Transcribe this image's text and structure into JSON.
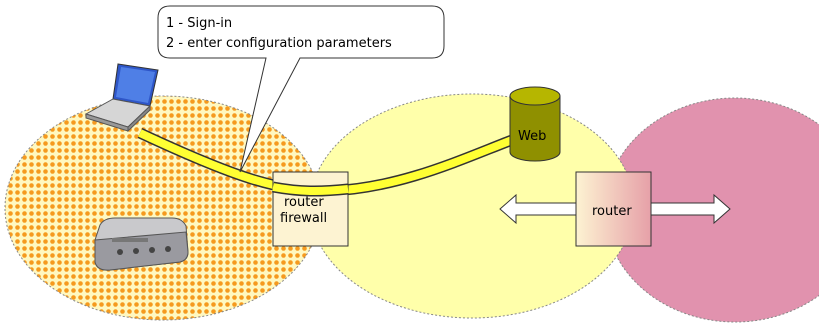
{
  "callout": {
    "line1": "1  -  Sign-in",
    "line2": "2  -  enter  configuration  parameters"
  },
  "web_server": {
    "label": "Web"
  },
  "router_firewall": {
    "line1": "router",
    "line2": "firewall"
  },
  "router": {
    "label": "router"
  },
  "colors": {
    "lan_cloud": "#fff8c0",
    "lan_dots": "#f59a1e",
    "internet_cloud": "#ffffaa",
    "remote_cloud": "#e192ae",
    "tunnel": "#ffff33",
    "web_cylinder": "#8f9000",
    "box_fill": "#fdf3d2"
  }
}
